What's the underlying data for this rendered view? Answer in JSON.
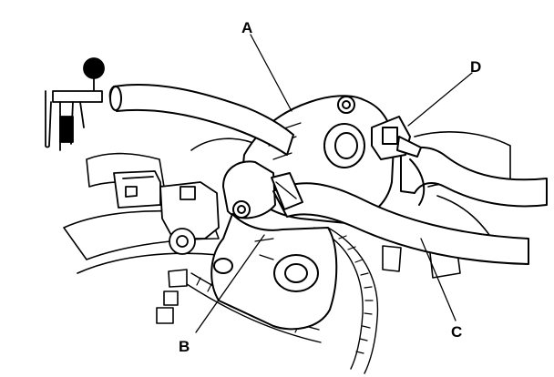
{
  "diagram": {
    "callouts": [
      {
        "id": "A",
        "text": "A"
      },
      {
        "id": "B",
        "text": "B"
      },
      {
        "id": "C",
        "text": "C"
      },
      {
        "id": "D",
        "text": "D"
      }
    ],
    "colors": {
      "ink": "#000000",
      "paper": "#ffffff"
    }
  }
}
